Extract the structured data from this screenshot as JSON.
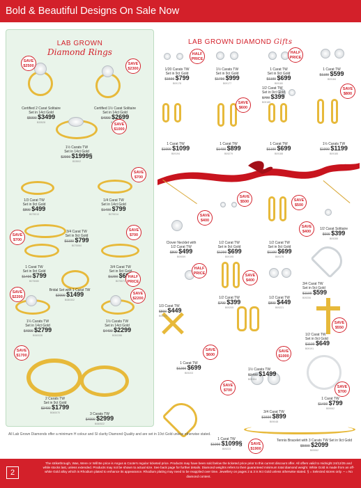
{
  "header": {
    "title": "Bold & Beautiful Designs On Sale Now"
  },
  "left": {
    "title1": "LAB GROWN",
    "title2": "Diamond Rings",
    "products": [
      {
        "name": "Certified 2 Carat Solitaire",
        "sub": "Set in 14ct Gold",
        "was": "$5999",
        "now": "$3499",
        "code": "B33528"
      },
      {
        "name": "Certified 1½ Carat Solitaire",
        "sub": "Set in 14ct Gold",
        "was": "$4999",
        "now": "$2699",
        "code": "B33522"
      },
      {
        "name": "1½ Carats TW",
        "sub": "Set in 14ct Gold",
        "was": "$2999",
        "now": "$1999§",
        "code": "B33502"
      },
      {
        "name": "1/3 Carat TW",
        "sub": "Set in 9ct Gold",
        "was": "$899",
        "now": "$499",
        "code": "B075013"
      },
      {
        "name": "1/4 Carat TW",
        "sub": "Set in 14ct Gold",
        "was": "$1499",
        "now": "$799",
        "code": "B075014"
      },
      {
        "name": "3/4 Carat TW",
        "sub": "Set in 9ct Gold",
        "was": "$1199",
        "now": "$799",
        "code": "B075064"
      },
      {
        "name": "1 Carat TW",
        "sub": "Set in 9ct Gold",
        "was": "$1499",
        "now": "$799",
        "code": "B075080"
      },
      {
        "name": "3/4 Carat TW",
        "sub": "Set in 9ct Gold",
        "was": "$1299",
        "now": "$699",
        "code": "B075071"
      },
      {
        "name": "Bridal Set with 1 Carat TW",
        "sub": "",
        "was": "$2999",
        "now": "$1499",
        "code": "B080302"
      },
      {
        "name": "1¼ Carats TW",
        "sub": "Set in 14ct Gold",
        "was": "$4999",
        "now": "$2799",
        "code": "B060028"
      },
      {
        "name": "1½ Carats TW",
        "sub": "Set in 14ct Gold",
        "was": "$4499",
        "now": "$2299",
        "code": "B050288"
      },
      {
        "name": "2 Carats TW",
        "sub": "Set in 9ct Gold",
        "was": "$3499",
        "now": "$1799",
        "code": "B060070"
      },
      {
        "name": "3 Carats TW",
        "sub": "",
        "was": "$4999",
        "now": "$2999",
        "code": "B060522"
      }
    ],
    "badges": [
      "SAVE $2500",
      "SAVE $2300",
      "SAVE $1000",
      "SAVE $700",
      "SAVE $700",
      "SAVE $700",
      "HALF PRICE",
      "SAVE $2200",
      "SAVE $2200",
      "SAVE $1700"
    ]
  },
  "right": {
    "title1": "LAB GROWN DIAMOND",
    "title2": "Gifts",
    "products": [
      {
        "name": "1/20 Carats TW",
        "sub": "Set in 9ct Gold",
        "was": "$1599",
        "now": "$799",
        "code": "B09178"
      },
      {
        "name": "1½ Carats TW",
        "sub": "Set in 9ct Gold",
        "was": "$1799",
        "now": "$999",
        "code": "B09177"
      },
      {
        "name": "1 Carat TW",
        "sub": "Set in 9ct Gold",
        "was": "$1199",
        "now": "$699",
        "code": "B09180"
      },
      {
        "name": "1 Carat TW",
        "sub": "",
        "was": "$1199",
        "now": "$599",
        "code": "B09184"
      },
      {
        "name": "1/2 Carat TW",
        "sub": "Set in 9ct Gold",
        "was": "$799",
        "now": "$399",
        "code": "B09185"
      },
      {
        "name": "1 Carat TW",
        "sub": "",
        "was": "$1999",
        "now": "$1099",
        "code": "B09194"
      },
      {
        "name": "1 Carat TW",
        "sub": "",
        "was": "$1499",
        "now": "$899",
        "code": "B09279"
      },
      {
        "name": "1 Carat TW",
        "sub": "",
        "was": "$1199",
        "now": "$699",
        "code": "B09188"
      },
      {
        "name": "1½ Carats TW",
        "sub": "",
        "was": "$1999",
        "now": "$1199",
        "code": "B09185"
      },
      {
        "name": "Clover Necklet with",
        "sub": "1/2 Carat TW",
        "was": "$899",
        "now": "$499",
        "code": "B09059"
      },
      {
        "name": "1/2 Carat TW",
        "sub": "Set in 9ct Gold",
        "was": "$1299",
        "now": "$699",
        "code": "B09195"
      },
      {
        "name": "1/2 Carat TW",
        "sub": "Set in 9ct Gold",
        "was": "$1199",
        "now": "$699",
        "code": "B09175"
      },
      {
        "name": "1/2 Carat Solitaire",
        "sub": "",
        "was": "$699",
        "now": "$399",
        "code": "B09285"
      },
      {
        "name": "1/3 Carat TW",
        "sub": "",
        "was": "$899",
        "now": "$449",
        "code": "B09209"
      },
      {
        "name": "1/2 Carat TW",
        "sub": "",
        "was": "$799",
        "now": "$399",
        "code": "B09205"
      },
      {
        "name": "1/2 Carat TW",
        "sub": "",
        "was": "$899",
        "now": "$449",
        "code": "B09221"
      },
      {
        "name": "3/4 Carat TW",
        "sub": "Set in 9ct Gold",
        "was": "$1199",
        "now": "$599",
        "code": "B09206"
      },
      {
        "name": "1/2 Carat TW",
        "sub": "Set in 9ct Gold",
        "was": "$1199",
        "now": "$649",
        "code": "B09191"
      },
      {
        "name": "1 Carat TW",
        "sub": "",
        "was": "$1299",
        "now": "$699",
        "code": "B09203"
      },
      {
        "name": "1½ Carats TW",
        "sub": "",
        "was": "$2499",
        "now": "$1499",
        "code": "B09304"
      },
      {
        "name": "3/4 Carat TW",
        "sub": "",
        "was": "$1599",
        "now": "$899",
        "code": "B09048"
      },
      {
        "name": "1 Carat TW",
        "sub": "",
        "was": "$1499",
        "now": "$799",
        "code": "B09062"
      },
      {
        "name": "1 Carat TW",
        "sub": "",
        "was": "$1999",
        "now": "$1099§",
        "code": "B09223"
      },
      {
        "name": "Tennis Bracelet with 3 Carats TW Set in 9ct Gold",
        "sub": "",
        "was": "$5999",
        "now": "$2099",
        "code": "B09062"
      }
    ],
    "badges": [
      "HALF PRICE",
      "HALF PRICE",
      "SAVE $600",
      "SAVE $800",
      "SAVE $500",
      "SAVE $400",
      "SAVE $400",
      "SAVE $500",
      "HALF PRICE",
      "SAVE $400",
      "SAVE $550",
      "SAVE $600",
      "SAVE $1000",
      "SAVE $700",
      "SAVE $700",
      "SAVE $1900"
    ]
  },
  "footer": {
    "note": "All Lab Grown Diamonds offer a minimum H colour and SI clarity Diamond Quality and are set in 10ct Gold unless otherwise stated.",
    "page": "2",
    "disclaimer": "The strikethrough, Was, Were or Will Be price is Angus & Coote's regular ticketed price. Products may have been sold below the ticketed price prior to this current discount offer. All offers valid to midnight 24/12/25 and while stocks last, unless extended. Products may not be shown to actual size. See back page for further details. Diamond weights refers to their guaranteed minimum total diamond weight. White Gold is made from an off-white Gold alloy which is Rhodium plated to enhance its appearance. Rhodium plating may need to be reapplied over time. Jewellery on pages 2 & 3 is 9ct Gold unless otherwise stated. § = Selected stores only. ~ = No diamond content."
  }
}
